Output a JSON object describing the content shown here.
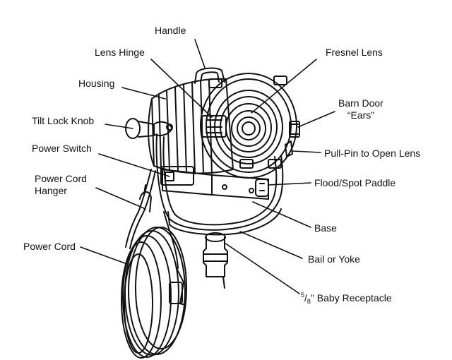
{
  "labels": {
    "handle": "Handle",
    "lens_hinge": "Lens Hinge",
    "fresnel_lens": "Fresnel Lens",
    "housing": "Housing",
    "barn_door_ears_line1": "Barn Door",
    "barn_door_ears_line2": "“Ears”",
    "tilt_lock_knob": "Tilt Lock Knob",
    "power_switch": "Power Switch",
    "pull_pin": "Pull-Pin to Open Lens",
    "power_cord_hanger_line1": "Power Cord",
    "power_cord_hanger_line2": "Hanger",
    "flood_spot_paddle": "Flood/Spot Paddle",
    "base": "Base",
    "power_cord": "Power Cord",
    "bail_or_yoke": "Bail or Yoke",
    "baby_receptacle_num": "5",
    "baby_receptacle_den": "8",
    "baby_receptacle_text": "\" Baby Receptacle"
  },
  "colors": {
    "line": "#111111",
    "background": "#ffffff"
  }
}
